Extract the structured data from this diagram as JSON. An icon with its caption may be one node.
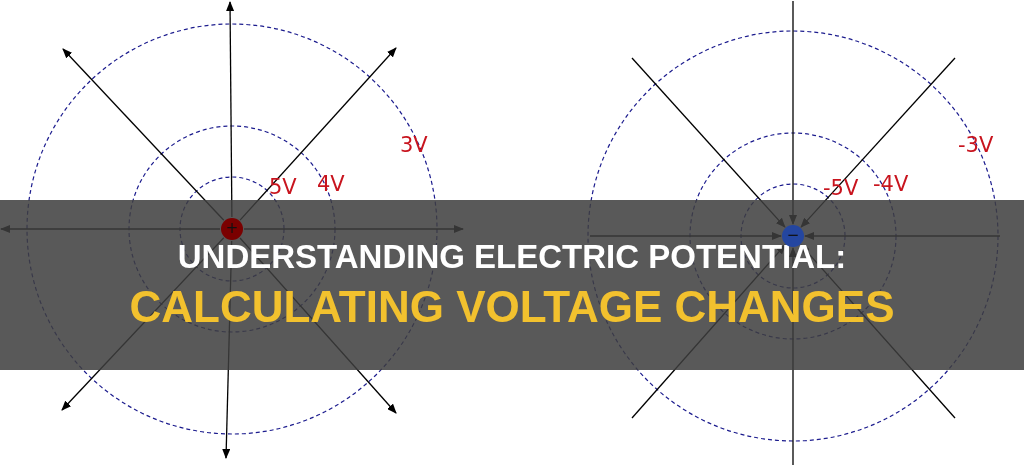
{
  "diagram": {
    "title": "UNDERSTANDING ELECTRIC POTENTIAL: CALCULATING VOLTAGE CHANGES",
    "nodes": [
      {
        "text": [
          "+"
        ]
      },
      {
        "text": [
          "−"
        ]
      }
    ],
    "edges": [
      {
        "from": 0,
        "to": null,
        "arrow": "to"
      },
      {
        "from": 0,
        "to": null,
        "arrow": "to"
      },
      {
        "from": 0,
        "to": null,
        "arrow": "to"
      },
      {
        "from": 0,
        "to": null,
        "arrow": "to"
      },
      {
        "from": 0,
        "to": null,
        "arrow": "to"
      },
      {
        "from": 0,
        "to": null,
        "arrow": "to"
      },
      {
        "from": 0,
        "to": null,
        "arrow": "to"
      },
      {
        "from": 0,
        "to": null,
        "arrow": "to"
      },
      {
        "from": null,
        "to": 1,
        "arrow": "to"
      },
      {
        "from": null,
        "to": 1,
        "arrow": "to"
      },
      {
        "from": null,
        "to": 1,
        "arrow": "to"
      },
      {
        "from": null,
        "to": 1,
        "arrow": "to"
      },
      {
        "from": null,
        "to": 1,
        "arrow": "to"
      },
      {
        "from": null,
        "to": 1,
        "arrow": "to"
      },
      {
        "from": null,
        "to": 1,
        "arrow": "to"
      },
      {
        "from": null,
        "to": 1,
        "arrow": "to"
      }
    ],
    "labels": [
      "3V",
      "4V",
      "5V",
      "-3V",
      "-4V",
      "-5V"
    ]
  }
}
